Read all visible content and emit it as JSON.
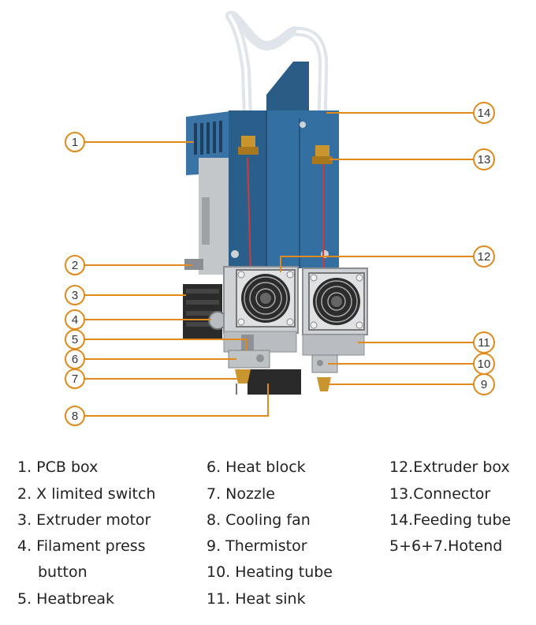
{
  "colors": {
    "leader_line": "#e08a1e",
    "badge_border": "#e08a1e",
    "body_blue": "#2f6a9a",
    "body_blue_dark": "#1f4e75",
    "metal": "#b9bcc0",
    "metal_dark": "#6f7378",
    "brass": "#c9952f",
    "tube": "#e9eef2",
    "motor_black": "#2b2b2b"
  },
  "callouts": [
    {
      "id": "1",
      "number": "1"
    },
    {
      "id": "2",
      "number": "2"
    },
    {
      "id": "3",
      "number": "3"
    },
    {
      "id": "4",
      "number": "4"
    },
    {
      "id": "5",
      "number": "5"
    },
    {
      "id": "6",
      "number": "6"
    },
    {
      "id": "7",
      "number": "7"
    },
    {
      "id": "8",
      "number": "8"
    },
    {
      "id": "9",
      "number": "9"
    },
    {
      "id": "10",
      "number": "10"
    },
    {
      "id": "11",
      "number": "11"
    },
    {
      "id": "12",
      "number": "12"
    },
    {
      "id": "13",
      "number": "13"
    },
    {
      "id": "14",
      "number": "14"
    }
  ],
  "legend": [
    {
      "text": "1. PCB box"
    },
    {
      "text": "2. X limited switch"
    },
    {
      "text": "3. Extruder motor"
    },
    {
      "text": "4. Filament press"
    },
    {
      "text": "button"
    },
    {
      "text": "5. Heatbreak"
    },
    {
      "text": "6. Heat block"
    },
    {
      "text": "7.   Nozzle"
    },
    {
      "text": "8.   Cooling fan"
    },
    {
      "text": "9.   Thermistor"
    },
    {
      "text": "10. Heating tube"
    },
    {
      "text": "11. Heat sink"
    },
    {
      "text": "12.Extruder box"
    },
    {
      "text": "13.Connector"
    },
    {
      "text": "14.Feeding tube"
    },
    {
      "text": "5+6+7.Hotend"
    }
  ]
}
